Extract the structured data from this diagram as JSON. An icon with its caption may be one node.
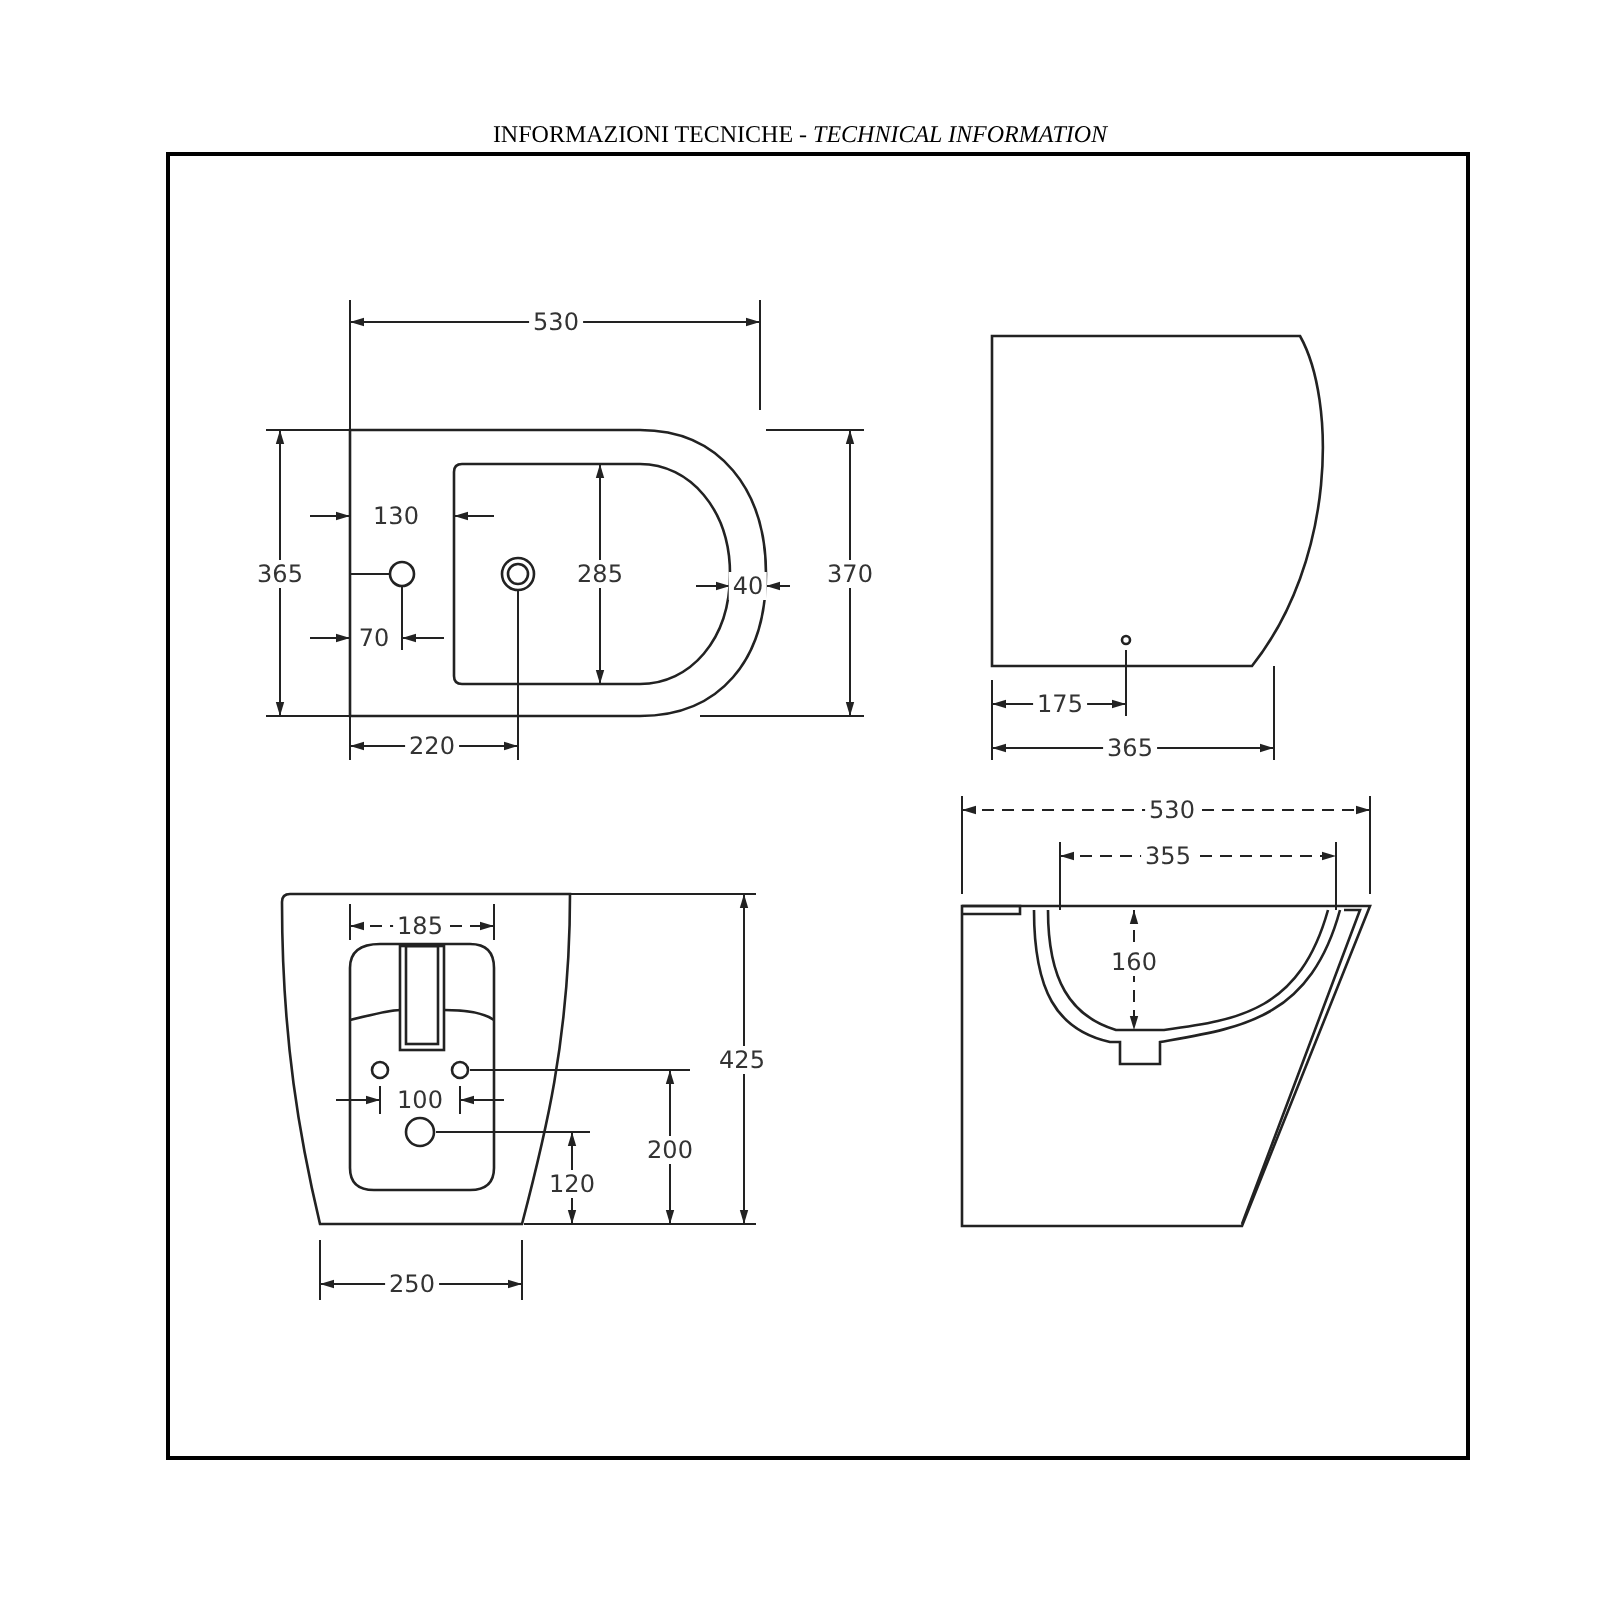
{
  "diagram": {
    "title": "INFORMAZIONI TECNICHE - *TECHNICAL INFORMATION*",
    "labels": [
      "530",
      "130",
      "285",
      "365",
      "40",
      "370",
      "70",
      "220",
      "175",
      "365",
      "530",
      "355",
      "160",
      "185",
      "425",
      "100",
      "200",
      "120",
      "250"
    ]
  }
}
